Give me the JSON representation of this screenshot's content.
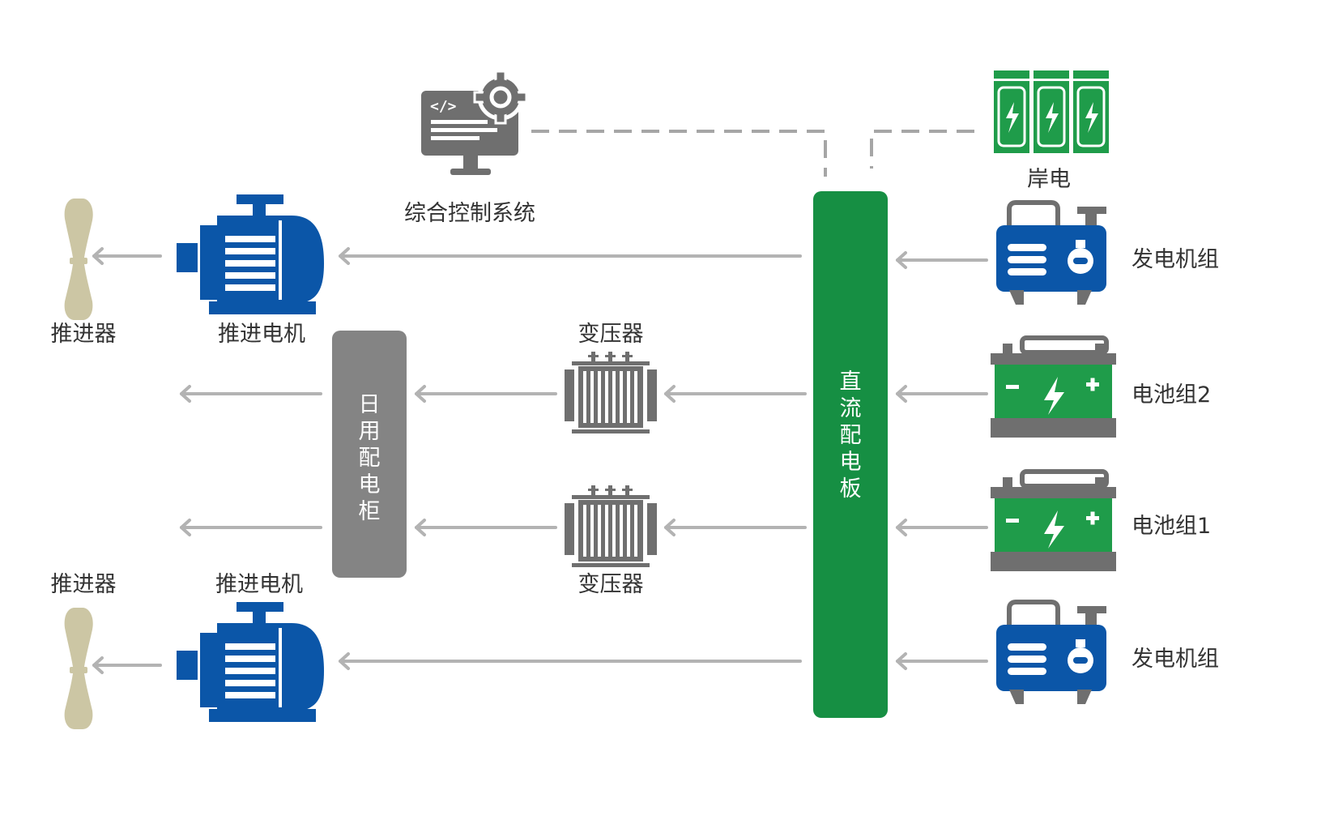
{
  "control_system": {
    "label": "综合控制系统",
    "icon": "computer-gear-icon"
  },
  "shore_power": {
    "label": "岸电",
    "icon": "battery-rack-icon"
  },
  "dc_board": {
    "chars": [
      "直",
      "流",
      "配",
      "电",
      "板"
    ]
  },
  "daily_cabinet": {
    "chars": [
      "日",
      "用",
      "配",
      "电",
      "柜"
    ]
  },
  "propellers": [
    {
      "label": "推进器"
    },
    {
      "label": "推进器"
    }
  ],
  "motors": [
    {
      "label": "推进电机"
    },
    {
      "label": "推进电机"
    }
  ],
  "transformers": [
    {
      "label": "变压器"
    },
    {
      "label": "变压器"
    }
  ],
  "sources": [
    {
      "label": "发电机组",
      "icon": "generator-icon"
    },
    {
      "label": "电池组2",
      "icon": "battery-icon"
    },
    {
      "label": "电池组1",
      "icon": "battery-icon"
    },
    {
      "label": "发电机组",
      "icon": "generator-icon"
    }
  ],
  "colors": {
    "dc_board": "#168f43",
    "daily_cabinet": "#848484",
    "motor": "#0b56a8",
    "battery": "#1f9c4a",
    "generator": "#0b56a8",
    "propeller": "#ccc6a4",
    "arrow": "#b3b3b3",
    "icon_gray": "#6f6f6f"
  }
}
